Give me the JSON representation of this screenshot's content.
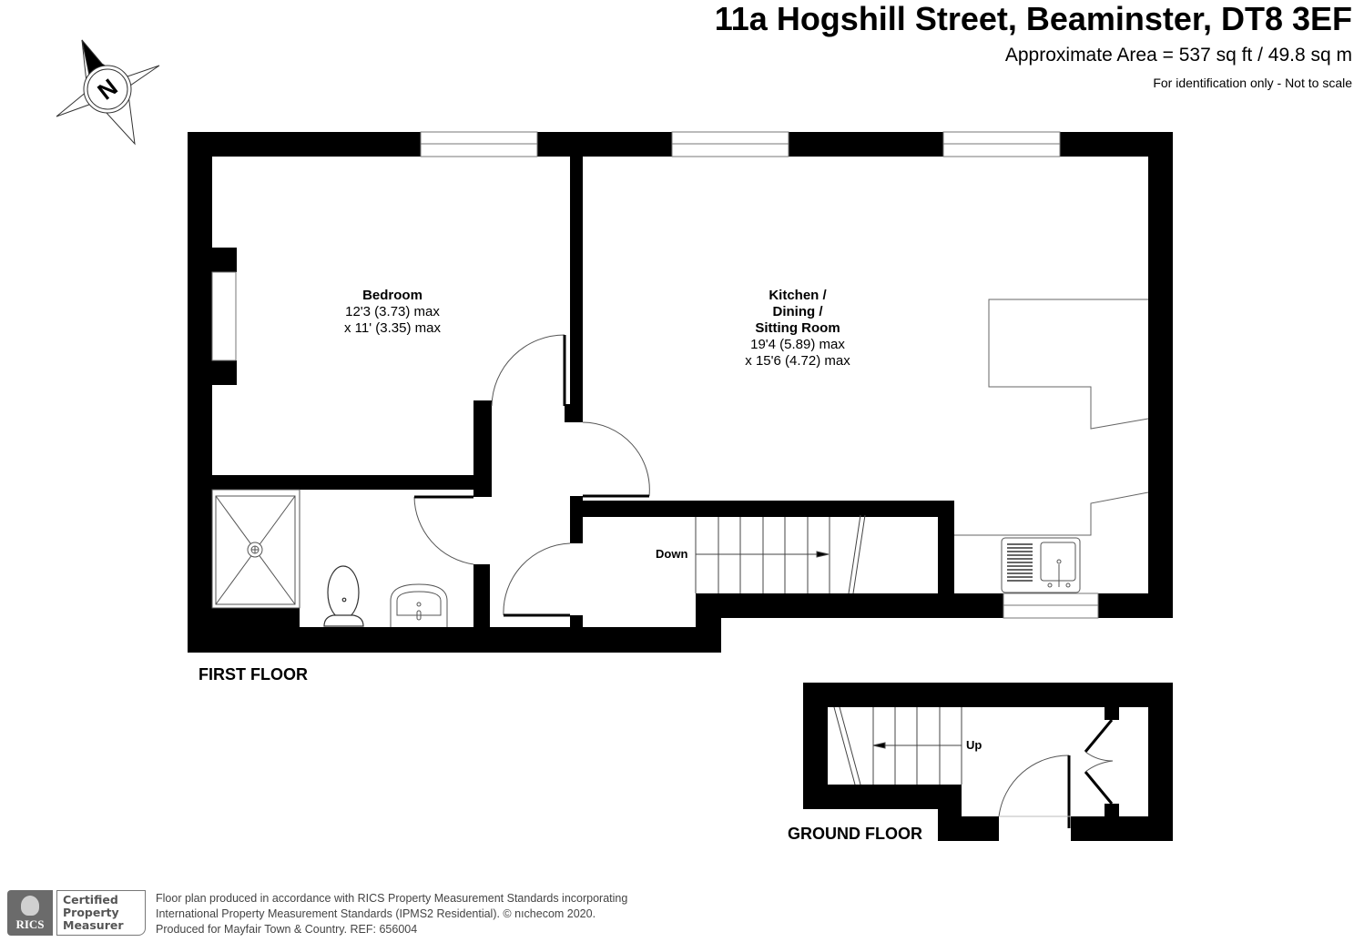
{
  "header": {
    "title": "11a Hogshill Street, Beaminster, DT8 3EF",
    "area": "Approximate Area = 537 sq ft / 49.8 sq m",
    "disclaimer": "For identification only - Not to scale"
  },
  "compass": {
    "icon": "north-compass-icon",
    "label": "N"
  },
  "floors": {
    "first": {
      "label": "FIRST FLOOR",
      "rooms": [
        {
          "name": "Bedroom",
          "dim1": "12'3 (3.73) max",
          "dim2": "x 11' (3.35) max"
        },
        {
          "name_lines": [
            "Kitchen /",
            "Dining /",
            "Sitting Room"
          ],
          "dim1": "19'4 (5.89) max",
          "dim2": "x 15'6 (4.72) max"
        }
      ],
      "stairs_label": "Down"
    },
    "ground": {
      "label": "GROUND FLOOR",
      "stairs_label": "Up"
    }
  },
  "footer": {
    "badge": {
      "org": "RICS",
      "line1": "Certified",
      "line2": "Property",
      "line3": "Measurer"
    },
    "text_lines": [
      "Floor plan produced in accordance with RICS Property Measurement Standards incorporating",
      "International Property Measurement Standards (IPMS2 Residential).   © nıchecom 2020.",
      "Produced for Mayfair Town & Country.   REF:  656004"
    ]
  },
  "colors": {
    "wall": "#000000",
    "line": "#555555",
    "background": "#ffffff",
    "footer_text": "#444444",
    "badge_gray": "#6b6b6b"
  }
}
